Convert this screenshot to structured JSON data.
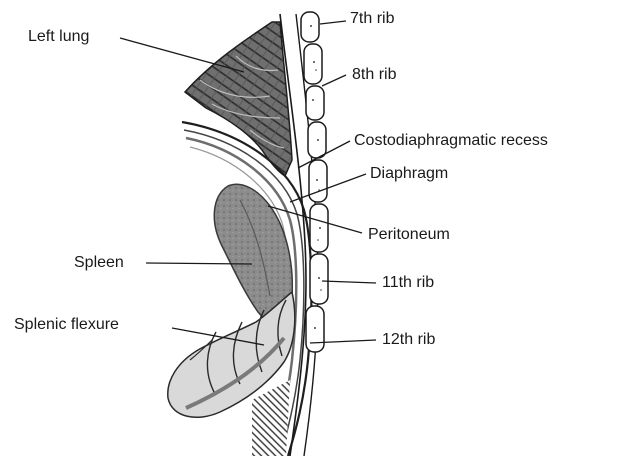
{
  "labels": {
    "left_lung": "Left lung",
    "rib7": "7th rib",
    "rib8": "8th rib",
    "recess": "Costodiaphragmatic recess",
    "diaphragm": "Diaphragm",
    "peritoneum": "Peritoneum",
    "spleen": "Spleen",
    "rib11": "11th rib",
    "splenic_flexure": "Splenic flexure",
    "rib12": "12th rib"
  }
}
